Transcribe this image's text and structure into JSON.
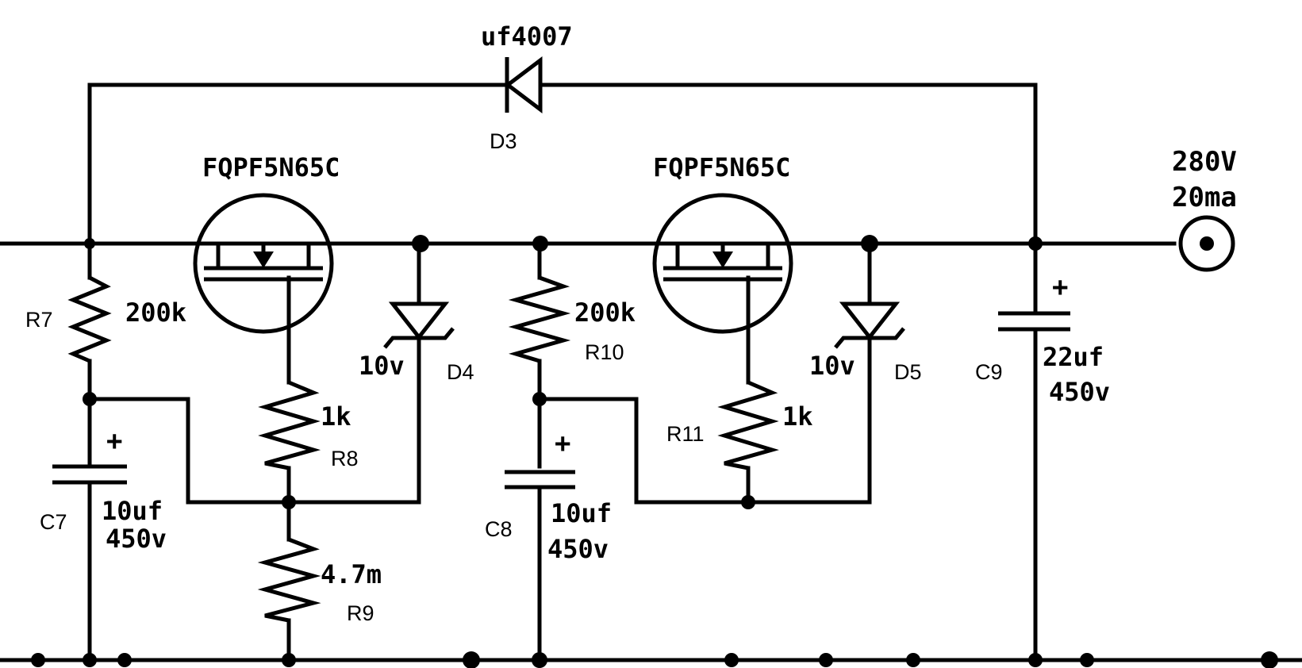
{
  "diode_d3": {
    "ref": "D3",
    "value": "uf4007"
  },
  "mosfet_left": {
    "part": "FQPF5N65C"
  },
  "mosfet_right": {
    "part": "FQPF5N65C"
  },
  "resistors": {
    "r7": {
      "ref": "R7",
      "value": "200k"
    },
    "r8": {
      "ref": "R8",
      "value": "1k"
    },
    "r9": {
      "ref": "R9",
      "value": "4.7m"
    },
    "r10": {
      "ref": "R10",
      "value": "200k"
    },
    "r11": {
      "ref": "R11",
      "value": "1k"
    }
  },
  "zeners": {
    "d4": {
      "ref": "D4",
      "value": "10v"
    },
    "d5": {
      "ref": "D5",
      "value": "10v"
    }
  },
  "capacitors": {
    "c7": {
      "ref": "C7",
      "value": "10uf",
      "voltage": "450v",
      "polarity": "+"
    },
    "c8": {
      "ref": "C8",
      "value": "10uf",
      "voltage": "450v",
      "polarity": "+"
    },
    "c9": {
      "ref": "C9",
      "value": "22uf",
      "voltage": "450v",
      "polarity": "+"
    }
  },
  "output": {
    "voltage": "280V",
    "current": "20ma"
  },
  "colors": {
    "ink": "#000000",
    "paper": "#ffffff"
  }
}
